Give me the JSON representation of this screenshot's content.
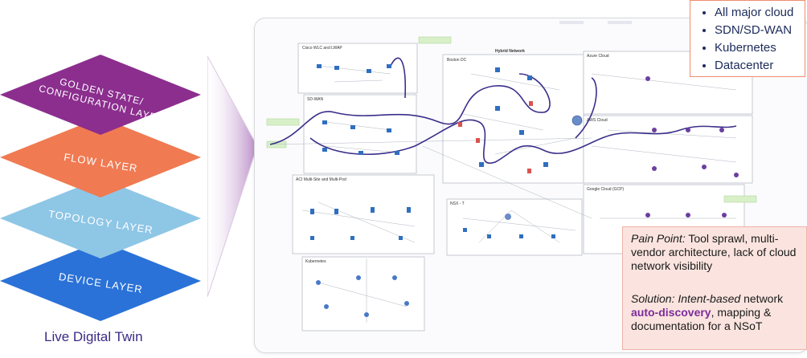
{
  "layers": [
    {
      "label": "GOLDEN STATE/ CONFIGURATION LAYER",
      "line1": "GOLDEN STATE/",
      "line2": "CONFIGURATION LAYER",
      "color": "#8b2e8e"
    },
    {
      "label": "FLOW LAYER",
      "color": "#f07a52"
    },
    {
      "label": "TOPOLOGY LAYER",
      "color": "#8ec6e6"
    },
    {
      "label": "DEVICE LAYER",
      "color": "#2a72d8"
    }
  ],
  "caption": "Live Digital Twin",
  "diagram": {
    "groups": {
      "wlc": "Cisco WLC and LWAP",
      "sdwan": "SD-WAN",
      "hybrid": "Hybrid Network",
      "boston": "Boston DC",
      "azure": "Azure Cloud",
      "aws": "AWS Cloud",
      "aci": "ACI Multi-Site and Multi-Pod",
      "nsx": "NSX - T",
      "gcp": "Google Cloud (GCP)",
      "k8s": "Kubernetes"
    }
  },
  "cloud_list": [
    "All major cloud",
    "SDN/SD-WAN",
    "Kubernetes",
    "Datacenter"
  ],
  "pain": {
    "label": "Pain Point:",
    "text": " Tool sprawl, multi-vendor architecture, lack of cloud network visibility"
  },
  "solution": {
    "label": "Solution: Intent-based",
    "text1": " network ",
    "highlight": "auto-discovery",
    "text2": ", mapping & documentation for a NSoT"
  },
  "colors": {
    "link": "#3a2f8a",
    "accent": "#7b2c9c",
    "pain_bg": "#fbe4df",
    "box_border": "#f08c6e"
  }
}
